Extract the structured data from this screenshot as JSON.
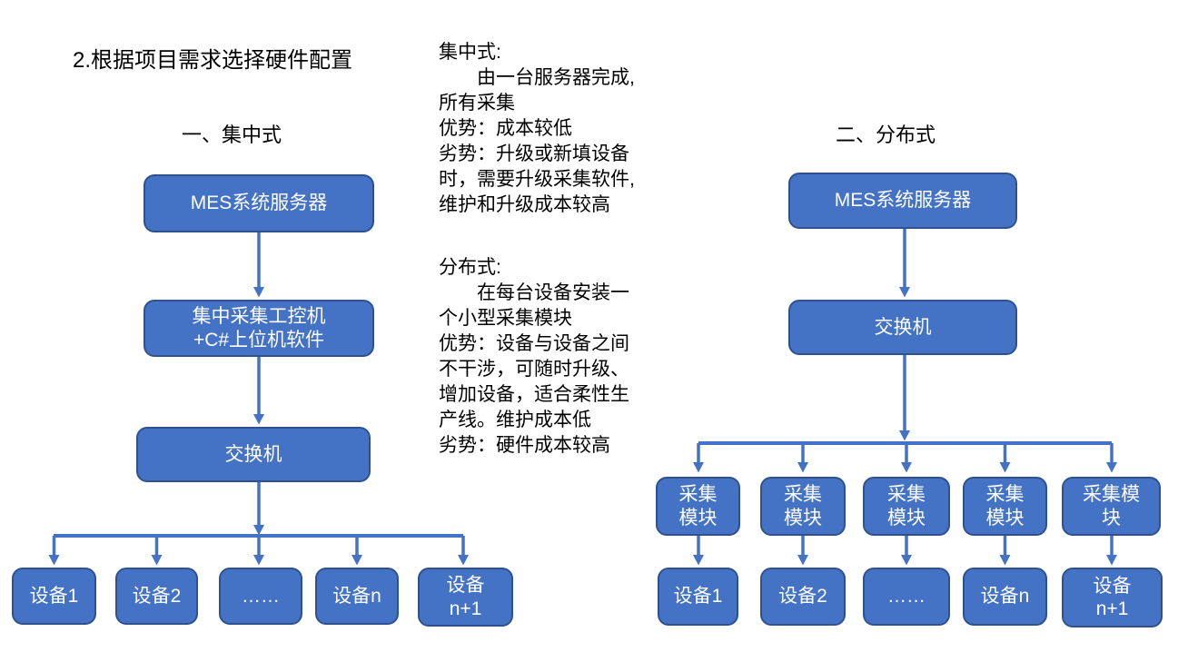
{
  "page": {
    "title": "2.根据项目需求选择硬件配置"
  },
  "colors": {
    "box_fill": "#4472C4",
    "box_border": "#2F528F",
    "box_text": "#FFFFFF",
    "arrow": "#4472C4",
    "text": "#000000",
    "background": "#FFFFFF"
  },
  "notes": {
    "centralized": "集中式:\n　　由一台服务器完成,\n所有采集\n优势：成本较低\n劣势：升级或新填设备\n时，需要升级采集软件,\n维护和升级成本较高",
    "distributed": "分布式:\n　　在每台设备安装一\n个小型采集模块\n优势：设备与设备之间\n不干涉，可随时升级、\n增加设备，适合柔性生\n产线。维护成本低\n劣势：硬件成本较高"
  },
  "left_diagram": {
    "heading": "一、集中式",
    "server": "MES系统服务器",
    "collector": "集中采集工控机\n+C#上位机软件",
    "switch": "交换机",
    "devices": [
      "设备1",
      "设备2",
      "……",
      "设备n",
      "设备\nn+1"
    ]
  },
  "right_diagram": {
    "heading": "二、分布式",
    "server": "MES系统服务器",
    "switch": "交换机",
    "modules": [
      "采集\n模块",
      "采集\n模块",
      "采集\n模块",
      "采集\n模块",
      "采集模\n块"
    ],
    "devices": [
      "设备1",
      "设备2",
      "……",
      "设备n",
      "设备\nn+1"
    ]
  }
}
